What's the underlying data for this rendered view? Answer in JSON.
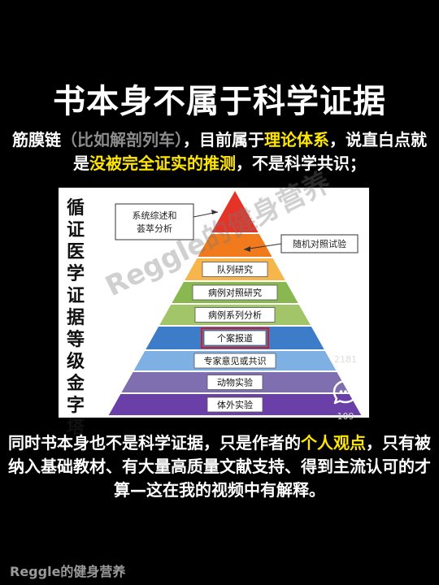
{
  "title": "书本身不属于科学证据",
  "para1": {
    "p1": "筋膜链",
    "p2": "（比如解剖列车）",
    "p3": "，目前属于",
    "p4": "理论体系",
    "p5": "，说直白点就是",
    "p6": "没被完全证实的推测",
    "p7": "，不是科学共识；"
  },
  "pyramid": {
    "vertical_title": [
      "循",
      "证",
      "医",
      "学",
      "证",
      "据",
      "等",
      "级",
      "金",
      "字",
      "塔"
    ],
    "callout_top": [
      "系统综述和",
      "荟萃分析"
    ],
    "callout_rct": "随机对照试验",
    "levels": [
      "队列研究",
      "病例对照研究",
      "病例系列分析",
      "个案报道",
      "专家意见或共识",
      "动物实验",
      "体外实验"
    ],
    "highlighted_level": "个案报道",
    "watermark": "Reggle的健身营养",
    "colors": [
      "#e53327",
      "#f07a1c",
      "#f7b64b",
      "#88b84f",
      "#a2c569",
      "#3d7cc8",
      "#7fb0e3",
      "#7f6fb0",
      "#6a3fa8"
    ]
  },
  "side": {
    "like_count": "2181",
    "comment_count": "109"
  },
  "para2": {
    "p1": "同时书本身也不是科学证据，只是作者的",
    "p2": "个人观点",
    "p3": "，只有被纳入基础教材、有大量高质量文献支持、得到主流认可的才算—这在我的视频中有解释。"
  },
  "footer": "Reggle的健身营养"
}
